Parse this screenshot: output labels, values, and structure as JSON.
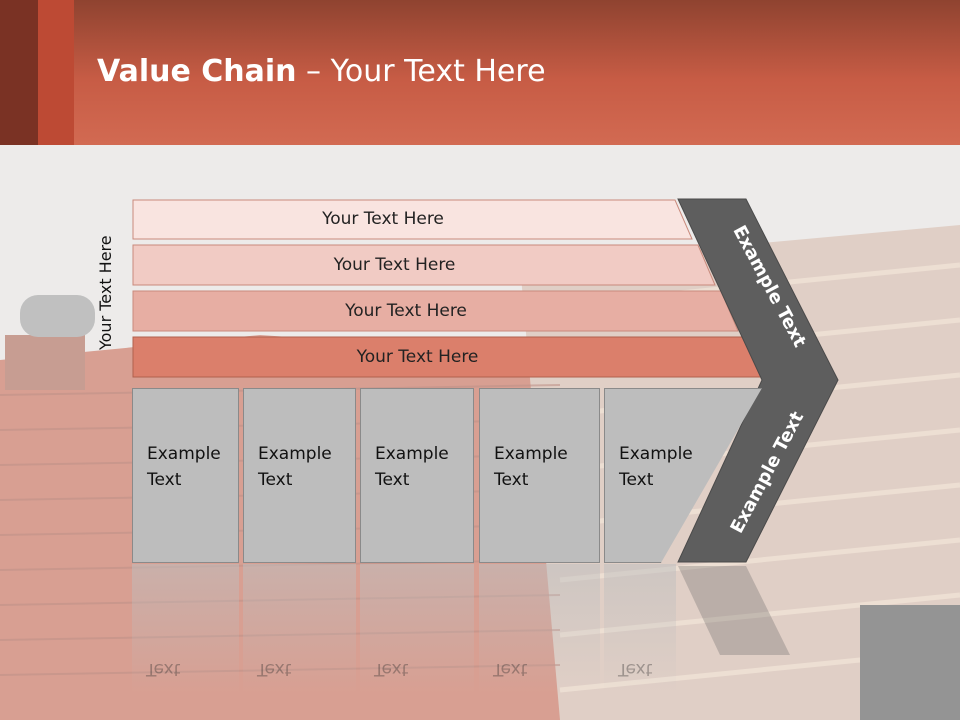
{
  "title": {
    "bold": "Value Chain",
    "rest": " – Your Text Here"
  },
  "side_label": "Your Text Here",
  "bands": [
    {
      "label": "Your Text Here",
      "color": "#f9e4e0"
    },
    {
      "label": "Your Text Here",
      "color": "#f1cbc4"
    },
    {
      "label": "Your Text Here",
      "color": "#e7aea3"
    },
    {
      "label": "Your Text Here",
      "color": "#db7f6b"
    }
  ],
  "boxes": [
    {
      "line1": "Example",
      "line2": "Text"
    },
    {
      "line1": "Example",
      "line2": "Text"
    },
    {
      "line1": "Example",
      "line2": "Text"
    },
    {
      "line1": "Example",
      "line2": "Text"
    },
    {
      "line1": "Example",
      "line2": "Text"
    }
  ],
  "arrow": {
    "upper": "Example Text",
    "lower": "Example Text",
    "color": "#5e5e5e"
  }
}
